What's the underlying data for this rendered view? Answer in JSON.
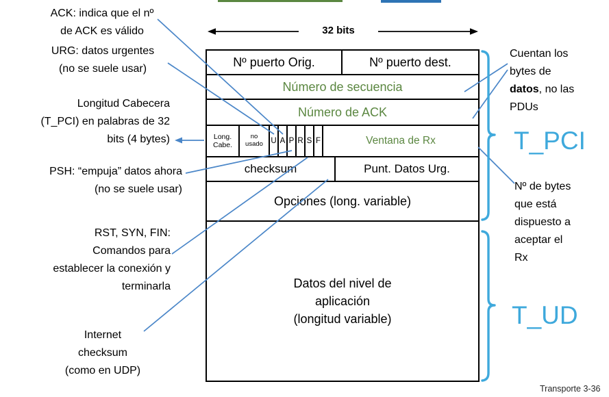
{
  "bits_label": "32 bits",
  "table": {
    "ports_orig": "Nº puerto Orig.",
    "ports_dest": "Nº puerto dest.",
    "seq": "Número de secuencia",
    "ack": "Número de ACK",
    "long_cabe": "Long.\nCabe.",
    "no_usado": "no\nusado",
    "flags": [
      "U",
      "A",
      "P",
      "R",
      "S",
      "F"
    ],
    "ventana": "Ventana de Rx",
    "checksum": "checksum",
    "punt_urg": "Punt. Datos Urg.",
    "opciones": "Opciones (long. variable)",
    "datos": "Datos del nivel de\naplicación\n(longitud variable)"
  },
  "left_annotations": {
    "ack": "ACK: indica que el nº\nde ACK es válido",
    "urg": "URG: datos urgentes\n(no se suele usar)",
    "long_cab": "Longitud Cabecera\n(T_PCI) en palabras de 32\nbits (4 bytes)",
    "psh": "PSH: “empuja” datos ahora\n(no se suele usar)",
    "rst": "RST, SYN, FIN:\nComandos para\nestablecer la conexión y\nterminarla",
    "icheck": "Internet\nchecksum\n(como en UDP)"
  },
  "right_annotations": {
    "cuentan_pre": "Cuentan los\nbytes de\n",
    "cuentan_bold": "datos",
    "cuentan_post": ", no las\nPDUs",
    "t_pci": "T_PCI",
    "nbytes": "Nº de bytes\nque está\ndispuesto a\naceptar el\nRx",
    "t_ud": "T_UD"
  },
  "footer": "Transporte  3-36",
  "colors": {
    "green": "#5b8741",
    "connector": "#4a86c8",
    "brace": "#3fa9dc"
  }
}
